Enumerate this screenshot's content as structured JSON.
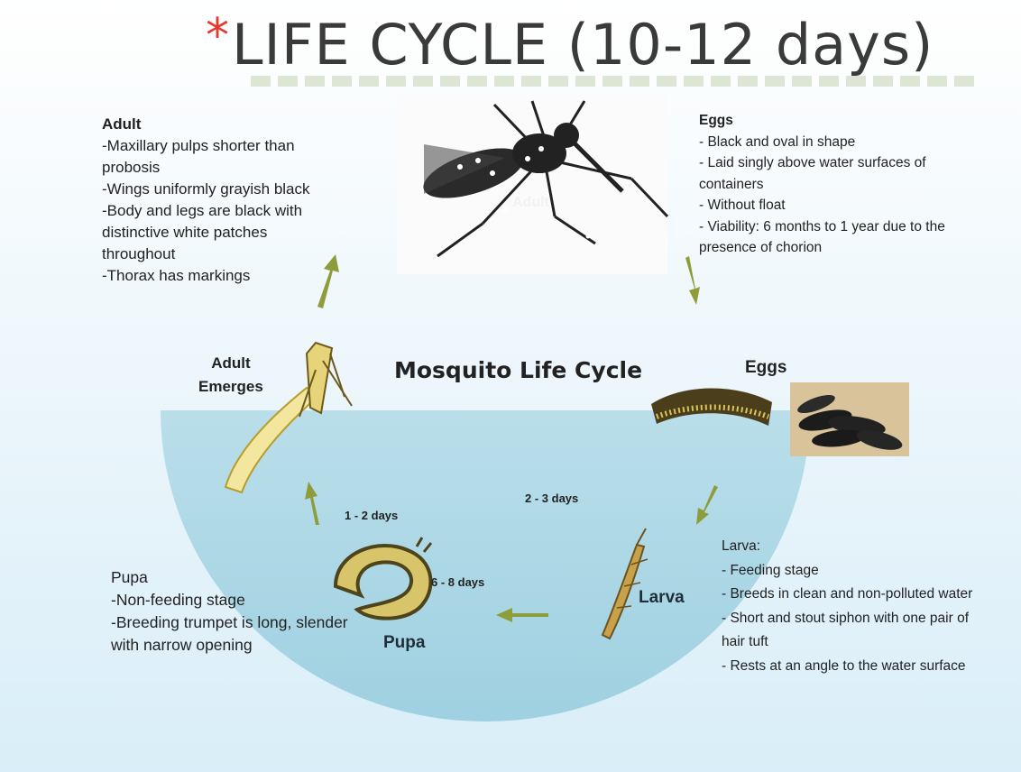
{
  "title": {
    "star": "*",
    "text": "LIFE CYCLE (10-12 days)"
  },
  "adult": {
    "heading": "Adult",
    "items": [
      "-Maxillary pulps shorter than probosis",
      "-Wings uniformly grayish black",
      "-Body and legs are black with distinctive white patches throughout",
      "-Thorax has  markings"
    ]
  },
  "eggs": {
    "heading": "Eggs",
    "items": [
      "- Black and oval in shape",
      "- Laid singly above water surfaces of containers",
      "- Without float",
      "- Viability: 6 months to 1 year due to the presence of chorion"
    ]
  },
  "pupa": {
    "heading": "Pupa",
    "items": [
      "-Non-feeding stage",
      "-Breeding trumpet is long, slender with narrow opening"
    ]
  },
  "larva": {
    "heading": "Larva:",
    "items": [
      "- Feeding stage",
      "- Breeds in clean and non-polluted water",
      "- Short and stout siphon with one pair of hair tuft",
      "- Rests at an angle to the water surface"
    ]
  },
  "diagram": {
    "title": "Mosquito Life Cycle",
    "adult_emerges_line1": "Adult",
    "adult_emerges_line2": "Emerges",
    "eggs_label": "Eggs",
    "larva_label": "Larva",
    "pupa_label": "Pupa",
    "adult_photo_label": "Adult",
    "duration_1": "1 - 2 days",
    "duration_2": "2 - 3 days",
    "duration_3": "6 - 8 days"
  },
  "colors": {
    "water": "#a9d6e3",
    "arrow": "#8f9c3a",
    "title_star": "#e23b2e",
    "title_text": "#3a3a3a"
  }
}
